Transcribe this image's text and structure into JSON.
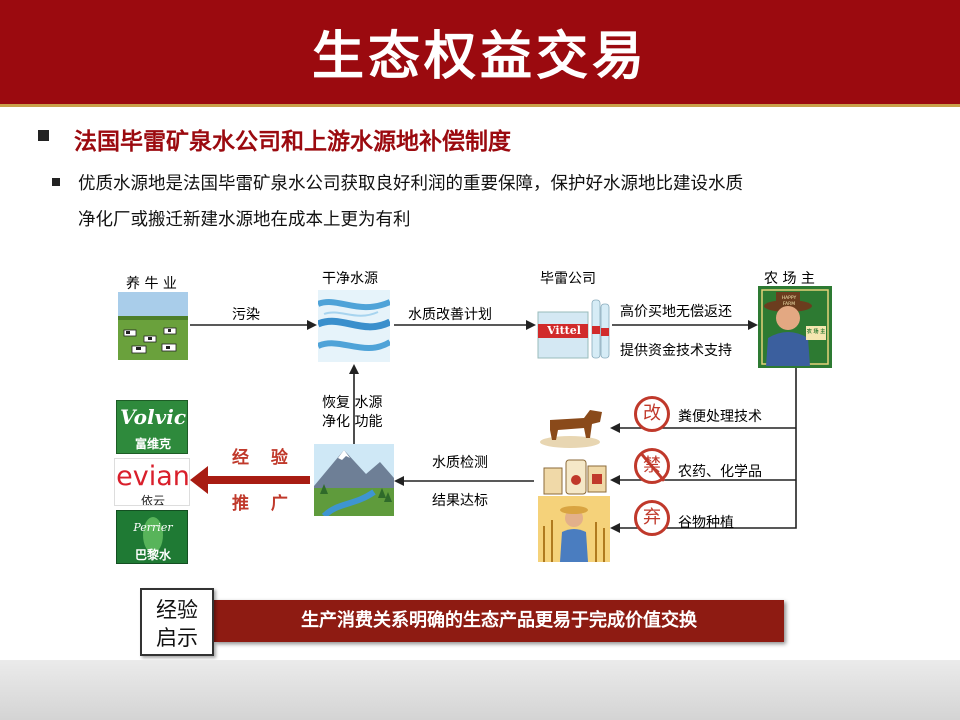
{
  "header": {
    "title": "生态权益交易"
  },
  "section": {
    "heading": "法国毕雷矿泉水公司和上游水源地补偿制度"
  },
  "bullet": {
    "line1": "优质水源地是法国毕雷矿泉水公司获取良好利润的重要保障，保护好水源地比建设水质",
    "line2": "净化厂或搬迁新建水源地在成本上更为有利"
  },
  "diagram": {
    "nodes": {
      "cattle": "养 牛 业",
      "clean_water": "干净水源",
      "vittel_company": "毕雷公司",
      "farmer": "农 场 主"
    },
    "edges": {
      "pollution": "污染",
      "water_plan": "水质改善计划",
      "buy_land": "高价买地无偿返还",
      "funding": "提供资金技术支持",
      "restore_line1": "恢复 水源",
      "restore_line2": "净化 功能",
      "water_test": "水质检测",
      "result_ok": "结果达标"
    },
    "actions": [
      {
        "glyph": "改",
        "text": "粪便处理技术"
      },
      {
        "glyph": "禁",
        "text": "农药、化学品"
      },
      {
        "glyph": "弃",
        "text": "谷物种植"
      }
    ],
    "promote": {
      "line1": "经 验",
      "line2": "推 广"
    },
    "brands": {
      "volvic_logo": "Volvic",
      "volvic_cn": "富维克",
      "evian_logo": "evian",
      "evian_cn": "依云",
      "perrier_logo": "Perrier",
      "perrier_cn": "巴黎水",
      "vittel_logo": "Vittel"
    },
    "farmer_sign": "农 场 主",
    "farmer_hat": "HAPPY FARM"
  },
  "takeaway": {
    "box_line1": "经验",
    "box_line2": "启示",
    "banner": "生产消费关系明确的生态产品更易于完成价值交换"
  },
  "colors": {
    "primary_red": "#9b0a0f",
    "accent_red": "#c0392b",
    "banner_red": "#8e1b12"
  }
}
